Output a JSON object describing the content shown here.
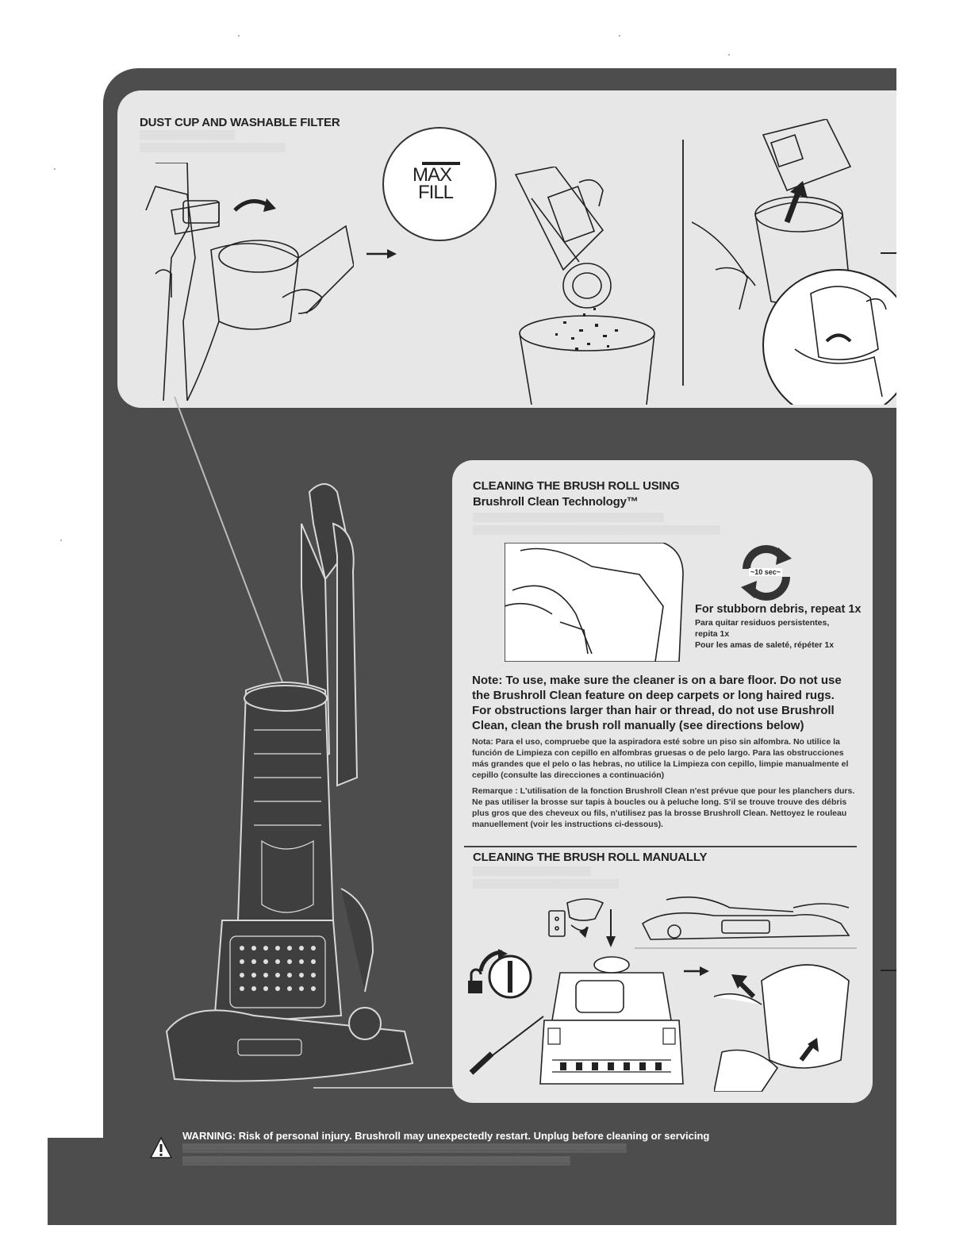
{
  "dust_cup": {
    "title": "DUST CUP AND WASHABLE FILTER",
    "max_fill_line1": "MAX",
    "max_fill_line2": "FILL"
  },
  "brush_clean": {
    "title_line1": "CLEANING THE BRUSH ROLL USING",
    "title_line2": "Brushroll Clean Technology™",
    "timer_label": "~10 sec~",
    "stubborn_en": "For stubborn debris, repeat 1x",
    "stubborn_es_1": "Para quitar residuos persistentes,",
    "stubborn_es_2": "repita 1x",
    "stubborn_fr": "Pour les amas de saleté, répéter 1x",
    "note_en": "Note: To use, make sure the cleaner is on a bare floor. Do not use the Brushroll Clean feature on deep carpets or long haired rugs. For obstructions larger than hair or thread, do not use Brushroll Clean, clean the brush roll manually (see directions below)",
    "note_es": "Nota: Para el uso, compruebe que la aspiradora esté sobre un piso sin alfombra. No utilice la función de Limpieza con cepillo en alfombras gruesas o de pelo largo. Para las obstrucciones más grandes que el pelo o las hebras, no utilice la Limpieza con cepillo, limpie manualmente el cepillo (consulte las direcciones a continuación)",
    "note_fr": "Remarque : L'utilisation de la fonction Brushroll Clean n'est prévue que pour les planchers durs. Ne pas utiliser la brosse sur tapis à boucles ou à peluche long. S'il se trouve trouve des débris plus gros que des cheveux ou fils, n'utilisez pas la brosse Brushroll Clean. Nettoyez le rouleau manuellement (voir les instructions ci-dessous)."
  },
  "manual": {
    "title": "CLEANING THE BRUSH ROLL MANUALLY"
  },
  "warning": {
    "text": "WARNING:  Risk of personal injury. Brushroll may unexpectedly restart.  Unplug before cleaning or servicing"
  },
  "colors": {
    "dark_bg": "#4d4d4d",
    "panel": "#e7e7e7",
    "ink": "#222222"
  }
}
